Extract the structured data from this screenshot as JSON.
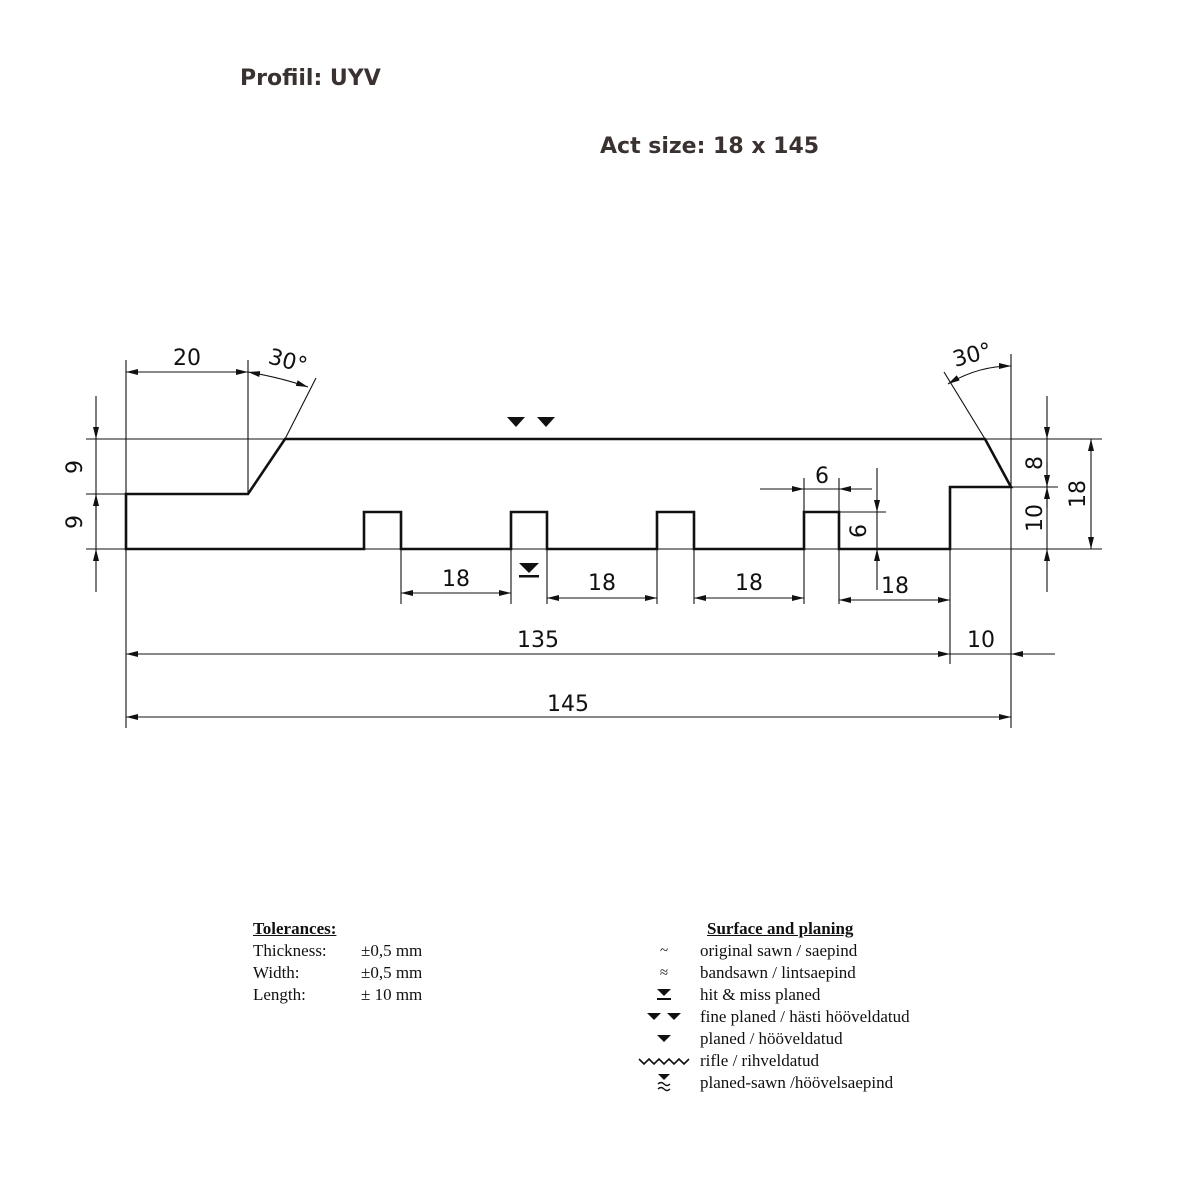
{
  "profile_title": "Profiil: UYV",
  "act_size": "Act size: 18 x 145",
  "dimensions": {
    "top_left_width": "20",
    "left_angle": "30°",
    "right_angle": "30°",
    "left_upper_height": "9",
    "left_lower_height": "9",
    "groove_width": "6",
    "groove_depth": "6",
    "right_upper_height": "8",
    "right_lower_height": "10",
    "total_height": "18",
    "spacing_1": "18",
    "spacing_2": "18",
    "spacing_3": "18",
    "spacing_4": "18",
    "main_width": "135",
    "right_width": "10",
    "total_width": "145"
  },
  "tolerances": {
    "header": "Tolerances:",
    "rows": [
      {
        "label": "Thickness:",
        "value": "±0,5 mm"
      },
      {
        "label": "Width:",
        "value": "±0,5 mm"
      },
      {
        "label": "Length:",
        "value": "± 10 mm"
      }
    ]
  },
  "surface": {
    "header": "Surface and planing",
    "items": [
      {
        "icon": "tilde-icon",
        "symbol": "~",
        "text": "original sawn / saepind"
      },
      {
        "icon": "double-tilde-icon",
        "symbol": "≈",
        "text": "bandsawn / lintsaepind"
      },
      {
        "icon": "hit-miss-planed-icon",
        "symbol": "",
        "text": "hit & miss planed"
      },
      {
        "icon": "fine-planed-icon",
        "symbol": "",
        "text": "fine planed / hästi hööveldatud"
      },
      {
        "icon": "planed-icon",
        "symbol": "",
        "text": "planed / hööveldatud"
      },
      {
        "icon": "rifle-icon",
        "symbol": "",
        "text": "rifle / rihveldatud"
      },
      {
        "icon": "planed-sawn-icon",
        "symbol": "",
        "text": "planed-sawn /höövelsaepind"
      }
    ]
  }
}
